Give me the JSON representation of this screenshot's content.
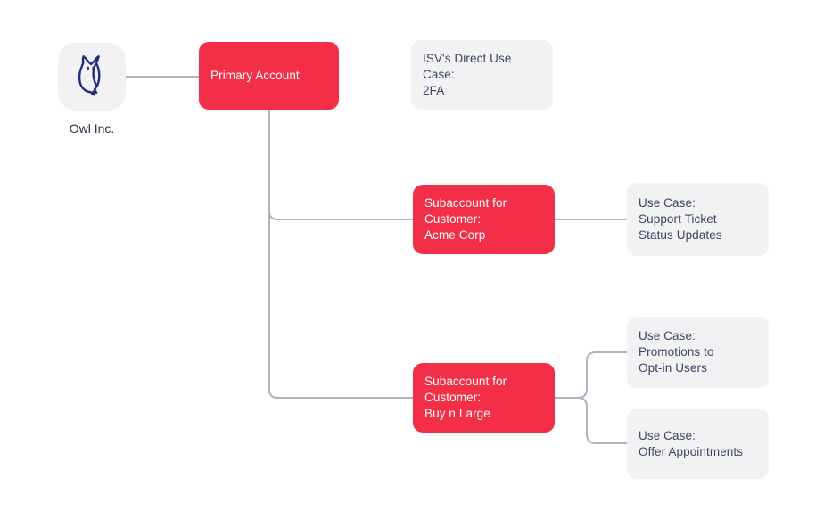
{
  "diagram": {
    "colors": {
      "node_red": "#F22F46",
      "node_gray": "#F2F2F4",
      "text_dark": "#394562",
      "text_light": "#FFFFFF",
      "label_dark": "#26324B",
      "connector": "#AEB3BF",
      "owl_icon": "#202F80"
    },
    "root": {
      "label": "Owl Inc.",
      "icon": "owl-icon"
    },
    "primary_account": {
      "label": "Primary Account",
      "use_case": {
        "label": "ISV's Direct Use Case:\n2FA"
      }
    },
    "subaccounts": [
      {
        "label": "Subaccount for\nCustomer:\nAcme Corp",
        "use_cases": [
          {
            "label": "Use Case:\nSupport Ticket\nStatus Updates"
          }
        ]
      },
      {
        "label": "Subaccount for\nCustomer:\nBuy n Large",
        "use_cases": [
          {
            "label": "Use Case:\nPromotions to\nOpt-in Users"
          },
          {
            "label": "Use Case:\nOffer Appointments"
          }
        ]
      }
    ]
  }
}
